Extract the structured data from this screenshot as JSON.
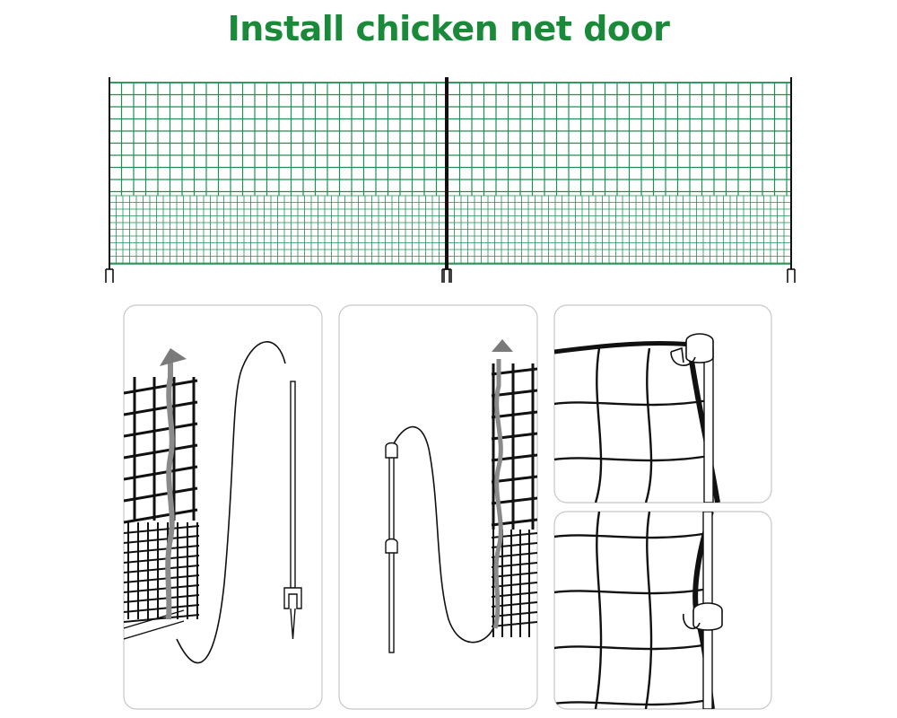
{
  "title": "Install chicken net door",
  "colors": {
    "title": "#1a8a3a",
    "net": "#1f8f55",
    "line": "#111111",
    "arrow": "#8a8a8a",
    "panel_border": "#c8c8c8"
  },
  "panels": [
    {
      "name": "thread-pole-through-net-panel"
    },
    {
      "name": "attach-net-to-pole-panel"
    },
    {
      "name": "clip-top-detail-panel"
    },
    {
      "name": "clip-bottom-detail-panel"
    }
  ]
}
